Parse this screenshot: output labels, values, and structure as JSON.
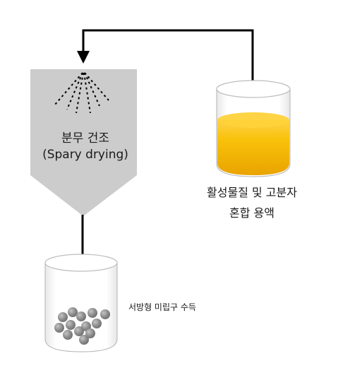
{
  "spray_dryer": {
    "name_ko": "분무 건조",
    "name_en": "(Spary drying)"
  },
  "solution_beaker": {
    "label_line1": "활성물질 및 고분자",
    "label_line2": "혼합 용액",
    "liquid_color": "#f6b400"
  },
  "product_beaker": {
    "label": "서방형 미립구 수득",
    "particle_color": "#8c8c8c"
  },
  "colors": {
    "dryer_fill": "#cccccc",
    "arrow": "#000000"
  }
}
